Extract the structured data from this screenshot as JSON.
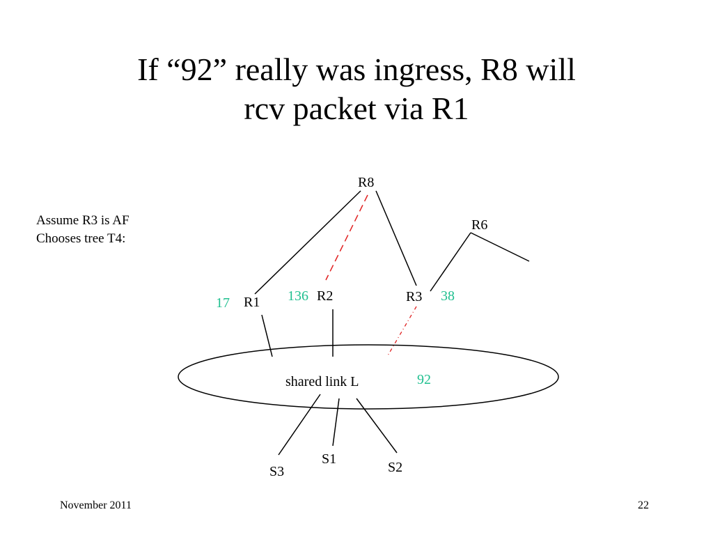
{
  "slide": {
    "title_line1": "If “92” really was ingress, R8 will",
    "title_line2": "rcv packet via R1",
    "note_line1": "Assume R3 is AF",
    "note_line2": "Chooses tree T4:",
    "footer_date": "November 2011",
    "page_number": "22"
  },
  "nodes": {
    "r8": "R8",
    "r6": "R6",
    "r1": "R1",
    "r2": "R2",
    "r3": "R3",
    "s1": "S1",
    "s2": "S2",
    "s3": "S3",
    "shared_link": "shared link L"
  },
  "metrics": {
    "r1": "17",
    "r2": "136",
    "r3": "38",
    "link": "92"
  },
  "colors": {
    "accent_text": "#1fbf8f",
    "dashed_path": "#e02020",
    "line": "#000000"
  }
}
